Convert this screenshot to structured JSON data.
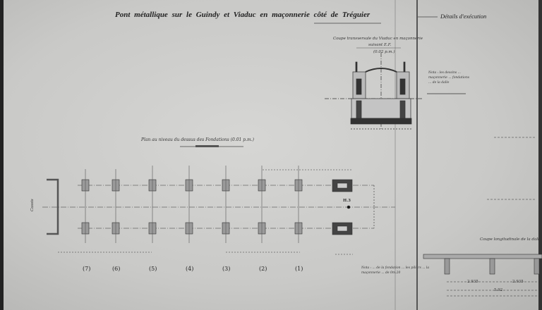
{
  "header": {
    "title_words": [
      "Pont",
      "métallique",
      "sur",
      "le",
      "Guindy",
      "et",
      "Viaduc",
      "en",
      "maçonnerie",
      "côté",
      "de",
      "Tréguier"
    ],
    "subtitle": "Détails d'exécution"
  },
  "cross_section": {
    "title": "Coupe transversale du Viaduc en maçonnerie",
    "subtitle": "suivant E.F.",
    "scale": "(0.02 p.m.)",
    "note": "Nota : les dessins ... maçonnerie ... fondations ... de la dalle"
  },
  "plan": {
    "title": "Plan au niveau du dessus des Fondations (0.01 p.m.)",
    "left_label": "Cassis",
    "marker": "H.3",
    "pier_labels": [
      "(7)",
      "(6)",
      "(5)",
      "(4)",
      "(3)",
      "(2)",
      "(1)"
    ],
    "note": "Nota : ... de la fondation ... les piliers ... la maçonnerie ... de 0m.20"
  },
  "longitudinal": {
    "title": "Coupe longitudinale de la dalle",
    "dims": [
      "2.935",
      "2.935",
      "5.92"
    ]
  }
}
